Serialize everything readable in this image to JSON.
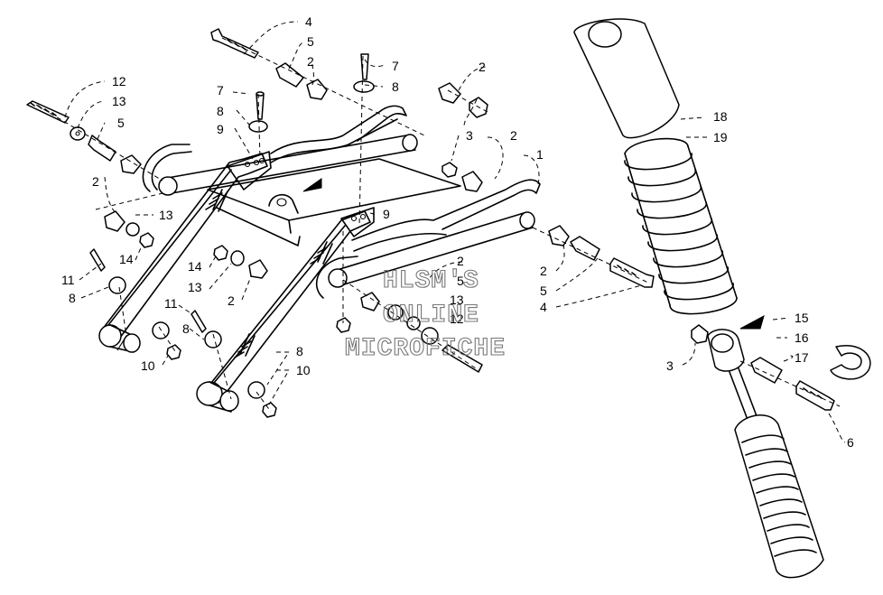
{
  "watermark": {
    "line1": "HLSM'S",
    "line2": "ONLINE",
    "line3": "MICROFICHE"
  },
  "callouts": {
    "c1": "1",
    "c2a": "2",
    "c2b": "2",
    "c2c": "2",
    "c2d": "2",
    "c2e": "2",
    "c2f": "2",
    "c2g": "2",
    "c3a": "3",
    "c3b": "3",
    "c4a": "4",
    "c4b": "4",
    "c5a": "5",
    "c5b": "5",
    "c5c": "5",
    "c5d": "5",
    "c6": "6",
    "c7a": "7",
    "c7b": "7",
    "c8a": "8",
    "c8b": "8",
    "c8c": "8",
    "c8d": "8",
    "c8e": "8",
    "c9a": "9",
    "c9b": "9",
    "c10a": "10",
    "c10b": "10",
    "c11a": "11",
    "c11b": "11",
    "c12a": "12",
    "c12b": "12",
    "c13a": "13",
    "c13b": "13",
    "c13c": "13",
    "c13d": "13",
    "c14a": "14",
    "c14b": "14",
    "c15": "15",
    "c16": "16",
    "c17": "17",
    "c18": "18",
    "c19": "19"
  }
}
